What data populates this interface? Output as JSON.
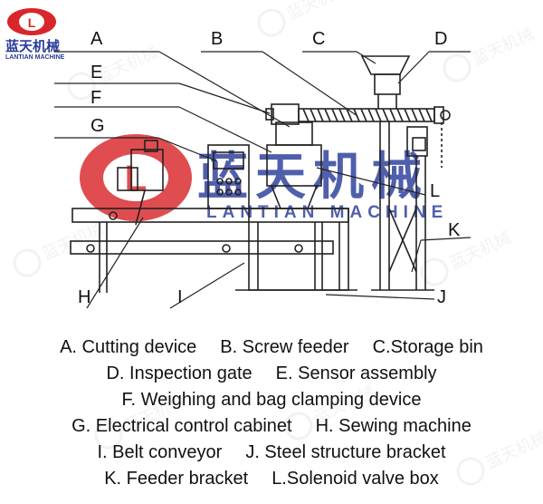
{
  "logo": {
    "cn": "蓝天机械",
    "en": "LANTIAN MACHINE"
  },
  "watermark": {
    "cn": "蓝天机械",
    "en": "LANTIAN MACHINE"
  },
  "callouts": [
    "A",
    "B",
    "C",
    "D",
    "E",
    "F",
    "G",
    "H",
    "I",
    "J",
    "K",
    "L"
  ],
  "legend": [
    [
      "A. Cutting device",
      "B. Screw feeder",
      "C.Storage bin"
    ],
    [
      "D. Inspection gate",
      "E. Sensor assembly"
    ],
    [
      "F. Weighing and bag clamping device"
    ],
    [
      "G. Electrical control cabinet",
      "H. Sewing machine"
    ],
    [
      "I. Belt conveyor",
      "J. Steel structure bracket"
    ],
    [
      "K. Feeder bracket",
      "L.Solenoid valve box"
    ]
  ],
  "colors": {
    "brand_red": "#d8262a",
    "brand_blue": "#2a3c9a",
    "line": "#222222"
  }
}
